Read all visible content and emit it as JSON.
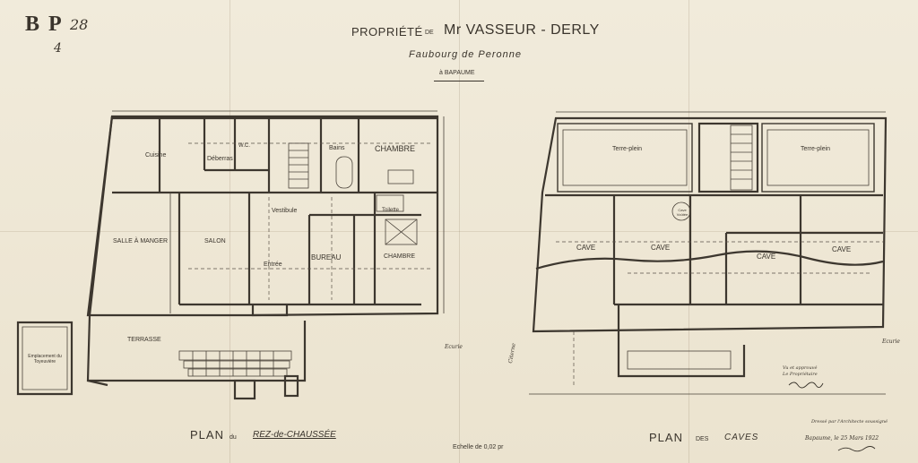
{
  "header": {
    "ref": "B P",
    "ref_number": "28",
    "ref_sub": "4",
    "title_propriete": "PROPRIÉTÉ",
    "title_de": "DE",
    "title_owner": "Mr VASSEUR - DERLY",
    "subtitle": "Faubourg de Peronne",
    "location": "à BAPAUME"
  },
  "plan_left": {
    "rooms": {
      "cuisine": "Cuisine",
      "deberras": "Déberras",
      "wc": "W.C.",
      "bains": "Bains",
      "chambre_top": "CHAMBRE",
      "vestibule": "Vestibule",
      "toilette": "Toilette",
      "salle_a_manger": "SALLE À MANGER",
      "salon": "SALON",
      "entree": "Entrée",
      "bureau": "BUREAU",
      "chambre_bottom": "CHAMBRE",
      "terrasse": "TERRASSE",
      "emplacement": "Emplacement du Toyeuvière",
      "ecurie": "Ecurie"
    },
    "caption_plan": "PLAN",
    "caption_du": "du",
    "caption_name": "REZ-de-CHAUSSÉE"
  },
  "scale_note": "Echelle de 0,02 pr",
  "plan_right": {
    "rooms": {
      "terre_plein_left": "Terre-plein",
      "terre_plein_right": "Terre-plein",
      "cave_1": "CAVE",
      "cave_2": "CAVE",
      "cave_3": "CAVE",
      "cave_4": "CAVE",
      "cave_circle": "Cave Voûtée",
      "citerne": "Citerne",
      "ecurie": "Ecurie"
    },
    "caption_plan": "PLAN",
    "caption_des": "DES",
    "caption_name": "CAVES"
  },
  "annotations": {
    "approved": "Vu et approuvé",
    "approved_2": "Le Propriétaire",
    "drawn_by": "Dressé par l'Architecte soussigné",
    "date": "Bapaume, le 25 Mars 1922"
  }
}
